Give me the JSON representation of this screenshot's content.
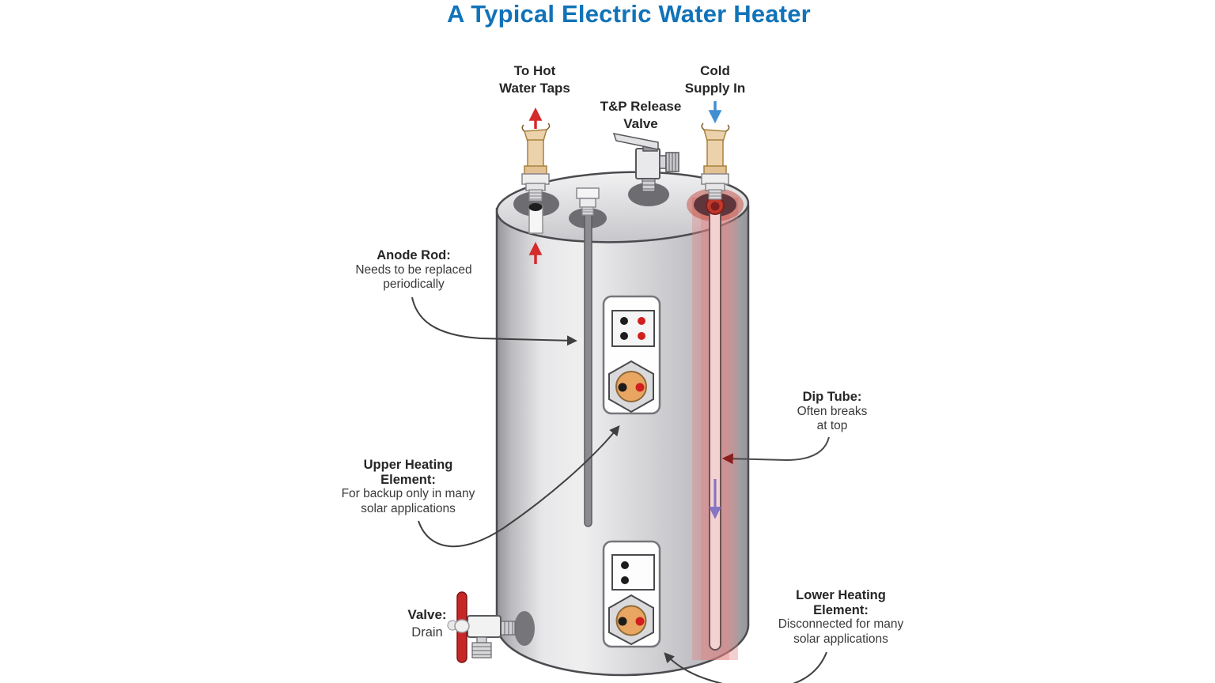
{
  "title": "A Typical Electric Water Heater",
  "colors": {
    "title_blue": "#1173b9",
    "hot_arrow_red": "#d42b2b",
    "cold_arrow_blue": "#3f8fd2",
    "dip_flow_purple": "#7a6cc0",
    "dip_arrow_maroon": "#8b1e1e",
    "dip_highlight_pink": "#e18282",
    "element_orange": "#e9a662",
    "drain_handle_red": "#c62828",
    "tank_gray": "#d6d6d9",
    "leader_gray": "#3f3f3f"
  },
  "labels": {
    "hot_taps": {
      "lines": [
        "To Hot",
        "Water Taps"
      ]
    },
    "tp_valve": {
      "lines": [
        "T&P Release",
        "Valve"
      ]
    },
    "cold_supply": {
      "lines": [
        "Cold",
        "Supply In"
      ]
    },
    "anode_rod": {
      "title": "Anode Rod:",
      "lines": [
        "Needs to be replaced",
        "periodically"
      ]
    },
    "upper_element": {
      "title_lines": [
        "Upper Heating",
        "Element:"
      ],
      "lines": [
        "For backup only in many",
        "solar applications"
      ]
    },
    "drain_valve": {
      "title": "Valve:",
      "lines": [
        "Drain"
      ]
    },
    "dip_tube": {
      "title": "Dip Tube:",
      "lines": [
        "Often breaks",
        "at top"
      ]
    },
    "lower_element": {
      "title_lines": [
        "Lower Heating",
        "Element:"
      ],
      "lines": [
        "Disconnected for many",
        "solar applications"
      ]
    }
  }
}
